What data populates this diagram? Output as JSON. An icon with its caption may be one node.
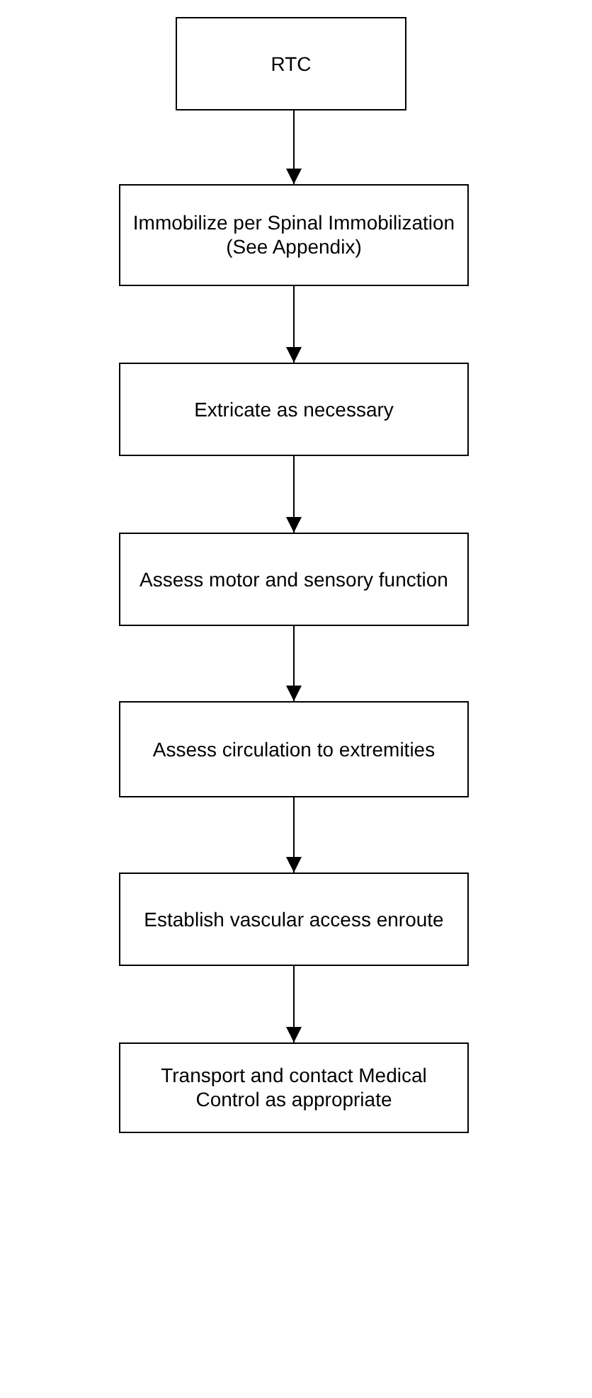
{
  "diagram": {
    "nodes": [
      {
        "text": [
          "RTC"
        ]
      },
      {
        "text": [
          "Immobilize per Spinal Immobilization (See Appendix)"
        ]
      },
      {
        "text": [
          "Extricate as necessary"
        ]
      },
      {
        "text": [
          "Assess motor and sensory function"
        ]
      },
      {
        "text": [
          "Assess circulation to extremities"
        ]
      },
      {
        "text": [
          "Establish vascular access enroute"
        ]
      },
      {
        "text": [
          "Transport and contact Medical Control as appropriate"
        ]
      }
    ],
    "edges": [
      {
        "from": 0,
        "to": 1,
        "arrow": "to"
      },
      {
        "from": 1,
        "to": 2,
        "arrow": "to"
      },
      {
        "from": 2,
        "to": 3,
        "arrow": "to"
      },
      {
        "from": 3,
        "to": 4,
        "arrow": "to"
      },
      {
        "from": 4,
        "to": 5,
        "arrow": "to"
      },
      {
        "from": 5,
        "to": 6,
        "arrow": "to"
      }
    ]
  }
}
